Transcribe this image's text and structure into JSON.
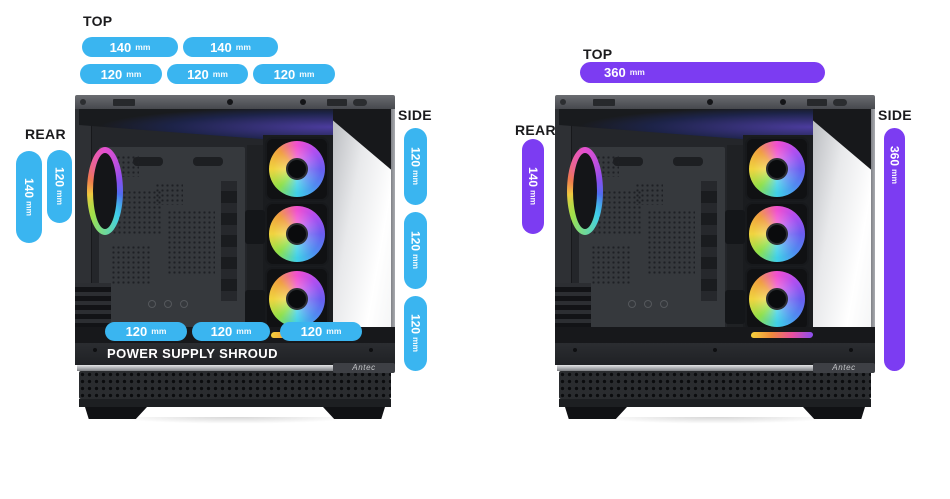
{
  "colors": {
    "fan_pill": "#3ab5f0",
    "radiator_pill": "#7c3cf2"
  },
  "brand": {
    "logo": "Antec"
  },
  "fan_diagram": {
    "top_label": "TOP",
    "rear_label": "REAR",
    "side_label": "SIDE",
    "shroud_label": "POWER SUPPLY SHROUD",
    "top_row1": [
      {
        "value": "140",
        "unit": "mm"
      },
      {
        "value": "140",
        "unit": "mm"
      }
    ],
    "top_row2": [
      {
        "value": "120",
        "unit": "mm"
      },
      {
        "value": "120",
        "unit": "mm"
      },
      {
        "value": "120",
        "unit": "mm"
      }
    ],
    "rear": [
      {
        "value": "140",
        "unit": "mm"
      },
      {
        "value": "120",
        "unit": "mm"
      }
    ],
    "side": [
      {
        "value": "120",
        "unit": "mm"
      },
      {
        "value": "120",
        "unit": "mm"
      },
      {
        "value": "120",
        "unit": "mm"
      }
    ],
    "bottom": [
      {
        "value": "120",
        "unit": "mm"
      },
      {
        "value": "120",
        "unit": "mm"
      },
      {
        "value": "120",
        "unit": "mm"
      }
    ]
  },
  "radiator_diagram": {
    "top_label": "TOP",
    "rear_label": "REAR",
    "side_label": "SIDE",
    "top": [
      {
        "value": "360",
        "unit": "mm"
      }
    ],
    "rear": [
      {
        "value": "140",
        "unit": "mm"
      }
    ],
    "side": [
      {
        "value": "360",
        "unit": "mm"
      }
    ]
  }
}
